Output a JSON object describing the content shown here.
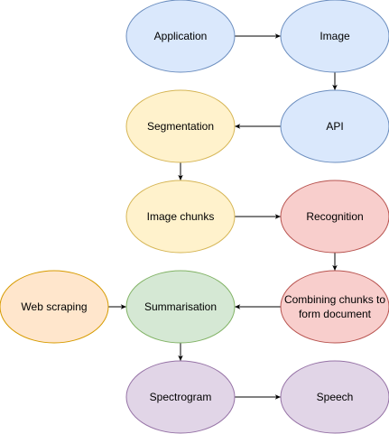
{
  "diagram": {
    "nodes": [
      {
        "id": "application",
        "lines": [
          "Application"
        ],
        "color": "blue"
      },
      {
        "id": "image",
        "lines": [
          "Image"
        ],
        "color": "blue"
      },
      {
        "id": "api",
        "lines": [
          "API"
        ],
        "color": "blue"
      },
      {
        "id": "segmentation",
        "lines": [
          "Segmentation"
        ],
        "color": "yellow"
      },
      {
        "id": "image-chunks",
        "lines": [
          "Image chunks"
        ],
        "color": "yellow"
      },
      {
        "id": "recognition",
        "lines": [
          "Recognition"
        ],
        "color": "red"
      },
      {
        "id": "combining-chunks",
        "lines": [
          "Combining chunks to",
          "form document"
        ],
        "color": "red"
      },
      {
        "id": "summarisation",
        "lines": [
          "Summarisation"
        ],
        "color": "green"
      },
      {
        "id": "web-scraping",
        "lines": [
          "Web scraping"
        ],
        "color": "orange"
      },
      {
        "id": "spectrogram",
        "lines": [
          "Spectrogram"
        ],
        "color": "purple"
      },
      {
        "id": "speech",
        "lines": [
          "Speech"
        ],
        "color": "purple"
      }
    ],
    "edges": [
      {
        "from": "application",
        "to": "image"
      },
      {
        "from": "image",
        "to": "api"
      },
      {
        "from": "api",
        "to": "segmentation"
      },
      {
        "from": "segmentation",
        "to": "image-chunks"
      },
      {
        "from": "image-chunks",
        "to": "recognition"
      },
      {
        "from": "recognition",
        "to": "combining-chunks"
      },
      {
        "from": "combining-chunks",
        "to": "summarisation"
      },
      {
        "from": "web-scraping",
        "to": "summarisation"
      },
      {
        "from": "summarisation",
        "to": "spectrogram"
      },
      {
        "from": "spectrogram",
        "to": "speech"
      }
    ],
    "palette": {
      "blue": {
        "fill": "#dae8fc",
        "stroke": "#6c8ebf"
      },
      "yellow": {
        "fill": "#fff2cc",
        "stroke": "#d6b656"
      },
      "red": {
        "fill": "#f8cecc",
        "stroke": "#b85450"
      },
      "green": {
        "fill": "#d5e8d4",
        "stroke": "#82b366"
      },
      "orange": {
        "fill": "#ffe6cc",
        "stroke": "#d79b00"
      },
      "purple": {
        "fill": "#e1d5e7",
        "stroke": "#9673a6"
      },
      "edge": "#000000"
    }
  }
}
